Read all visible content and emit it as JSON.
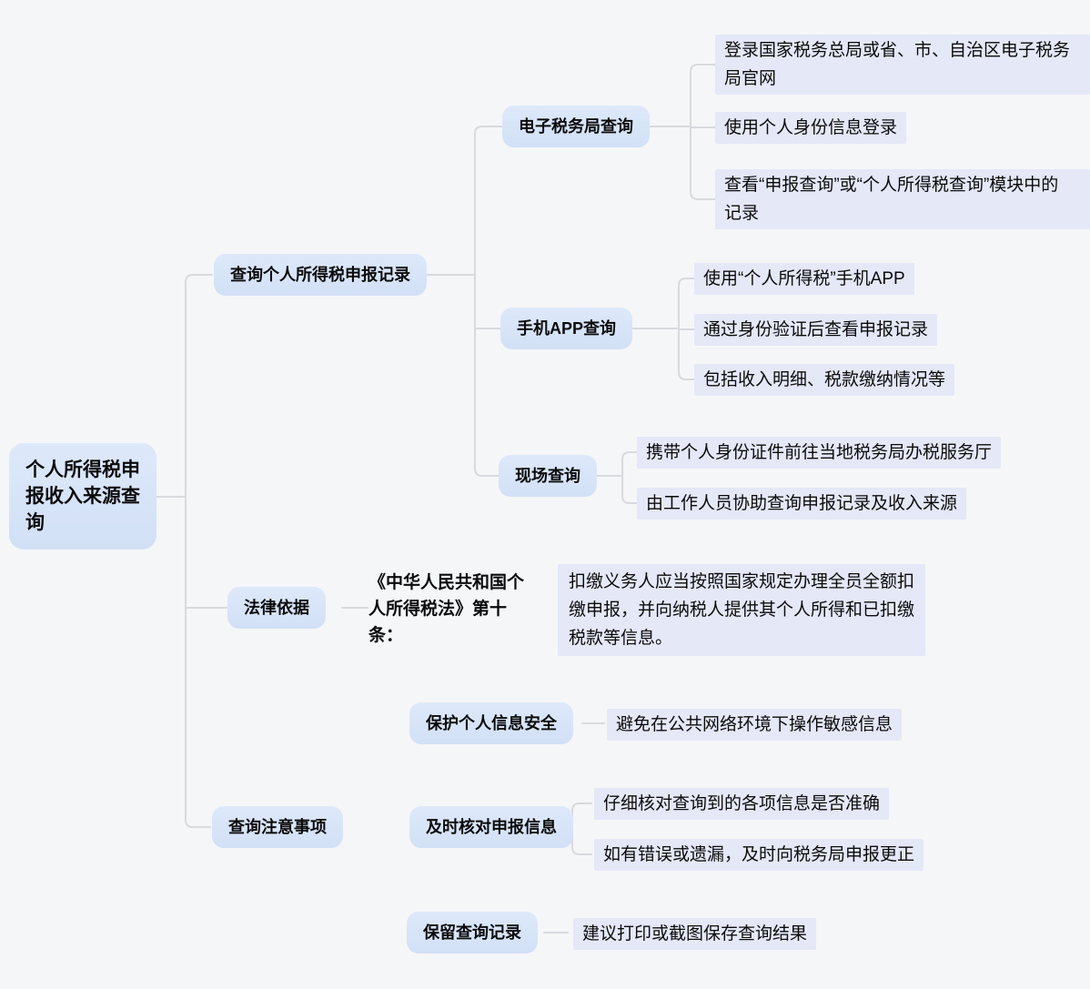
{
  "colors": {
    "page_background": "#f5f6f8",
    "topic_background": "#d8e5f8",
    "leaf_background": "#e4e8f7",
    "connector_line": "#d7dade",
    "text": "#0b0b0b"
  },
  "mindmap": {
    "root": {
      "label": "个人所得税申\n报收入来源查\n询",
      "children": [
        {
          "label": "查询个人所得税申报记录",
          "children": [
            {
              "label": "电子税务局查询",
              "children": [
                {
                  "label": "登录国家税务总局或省、市、自治区电子税务\n局官网"
                },
                {
                  "label": "使用个人身份信息登录"
                },
                {
                  "label": "查看“申报查询”或“个人所得税查询”模块中的\n记录"
                }
              ]
            },
            {
              "label": "手机APP查询",
              "children": [
                {
                  "label": "使用“个人所得税”手机APP"
                },
                {
                  "label": "通过身份验证后查看申报记录"
                },
                {
                  "label": "包括收入明细、税款缴纳情况等"
                }
              ]
            },
            {
              "label": "现场查询",
              "children": [
                {
                  "label": "携带个人身份证件前往当地税务局办税服务厅"
                },
                {
                  "label": "由工作人员协助查询申报记录及收入来源"
                }
              ]
            }
          ]
        },
        {
          "label": "法律依据",
          "children": [
            {
              "label": "《中华人民共和国个\n人所得税法》第十\n条：",
              "children": [
                {
                  "label": "扣缴义务人应当按照国家规定办理全员全额扣\n缴申报，并向纳税人提供其个人所得和已扣缴\n税款等信息。"
                }
              ]
            }
          ]
        },
        {
          "label": "查询注意事项",
          "children": [
            {
              "label": "保护个人信息安全",
              "children": [
                {
                  "label": "避免在公共网络环境下操作敏感信息"
                }
              ]
            },
            {
              "label": "及时核对申报信息",
              "children": [
                {
                  "label": "仔细核对查询到的各项信息是否准确"
                },
                {
                  "label": "如有错误或遗漏，及时向税务局申报更正"
                }
              ]
            },
            {
              "label": "保留查询记录",
              "children": [
                {
                  "label": "建议打印或截图保存查询结果"
                }
              ]
            }
          ]
        }
      ]
    }
  }
}
